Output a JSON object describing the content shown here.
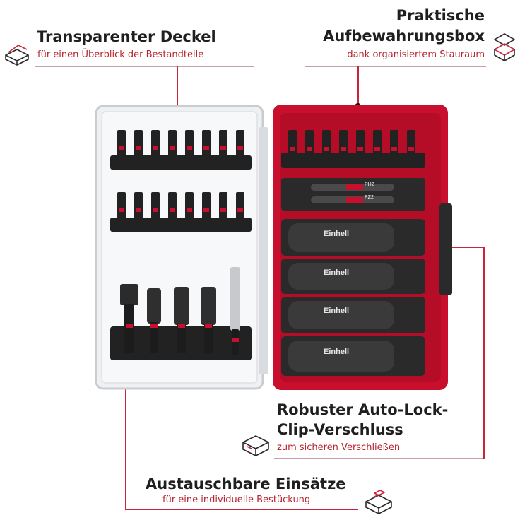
{
  "callouts": {
    "top_left": {
      "title": "Transparenter Deckel",
      "subtitle": "für einen Überblick der Bestandteile",
      "icon": "box-open-lid-icon"
    },
    "top_right": {
      "title_line1": "Praktische",
      "title_line2": "Aufbewahrungsbox",
      "subtitle": "dank organisiertem Stauraum",
      "icon": "storage-box-icon"
    },
    "bottom_right": {
      "title_line1": "Robuster Auto-Lock-",
      "title_line2": "Clip-Verschluss",
      "subtitle": "zum sicheren Verschließen",
      "icon": "closed-box-icon"
    },
    "bottom_left": {
      "title": "Austauschbare Einsätze",
      "subtitle": "für eine individuelle Bestückung",
      "icon": "inserts-icon"
    }
  },
  "product": {
    "brand": "Einhell",
    "bit_labels": [
      "PH2",
      "PZ2"
    ]
  },
  "colors": {
    "accent_red": "#c9243a",
    "subtitle_red": "#b8232e",
    "text_dark": "#1f1f1f",
    "box_red": "#c8102e",
    "lid_clear": "#eef0f2"
  },
  "chart_data": {}
}
